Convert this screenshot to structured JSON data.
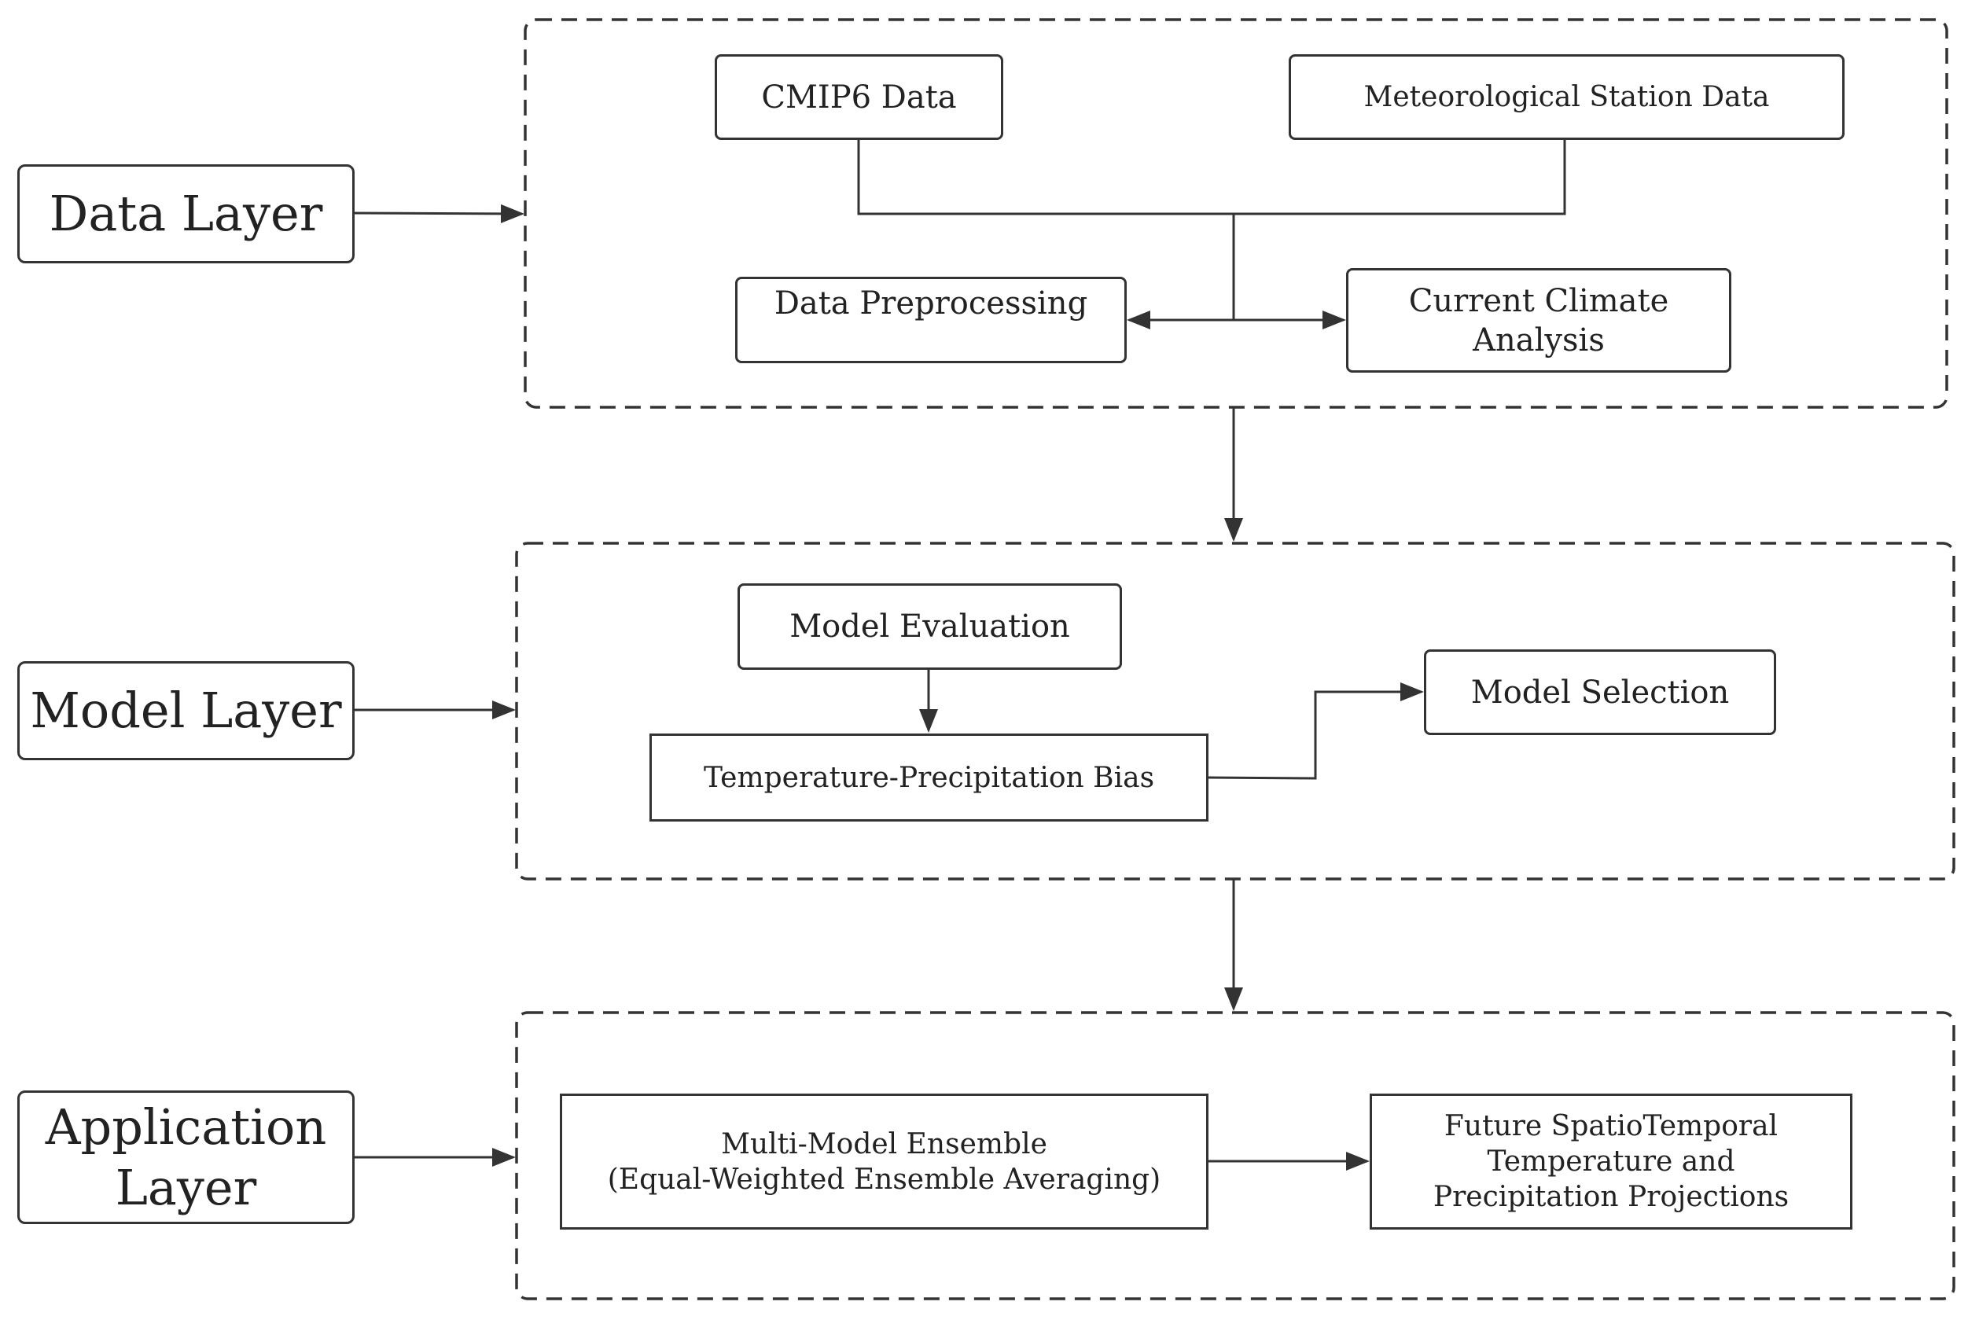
{
  "layers": {
    "data": "Data Layer",
    "model": "Model Layer",
    "application": "Application\nLayer"
  },
  "nodes": {
    "cmip6": "CMIP6 Data",
    "station": "Meteorological Station Data",
    "preprocessing": "Data Preprocessing",
    "current_climate": "Current Climate\nAnalysis",
    "model_evaluation": "Model Evaluation",
    "bias": "Temperature-Precipitation Bias",
    "model_selection": "Model Selection",
    "ensemble": "Multi-Model Ensemble\n(Equal-Weighted Ensemble Averaging)",
    "projections": "Future SpatioTemporal\nTemperature and\nPrecipitation Projections"
  },
  "colors": {
    "line": "#333333",
    "dashed_border": "#333333",
    "background": "#ffffff"
  }
}
